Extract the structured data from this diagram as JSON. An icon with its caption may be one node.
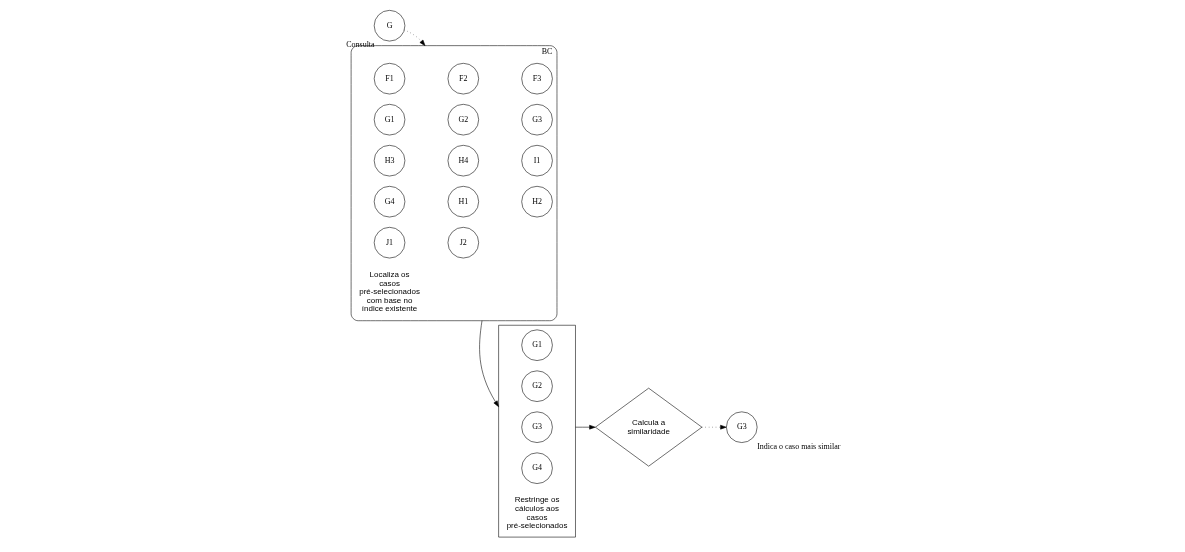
{
  "diagram": {
    "nodes": [
      {
        "text": [
          "G"
        ],
        "beside": [
          "Consulta"
        ]
      },
      {
        "text": [
          "BC"
        ],
        "beside": [
          "Localiza os casos pré-selecionados com base no índice existente"
        ]
      },
      {
        "text": [
          "F1"
        ],
        "in": 1
      },
      {
        "text": [
          "F2"
        ],
        "in": 1
      },
      {
        "text": [
          "F3"
        ],
        "in": 1
      },
      {
        "text": [
          "G1"
        ],
        "in": 1
      },
      {
        "text": [
          "G2"
        ],
        "in": 1
      },
      {
        "text": [
          "G3"
        ],
        "in": 1
      },
      {
        "text": [
          "G4"
        ],
        "in": 1
      },
      {
        "text": [
          "H1"
        ],
        "in": 1
      },
      {
        "text": [
          "H2"
        ],
        "in": 1
      },
      {
        "text": [
          "H3"
        ],
        "in": 1
      },
      {
        "text": [
          "H4"
        ],
        "in": 1
      },
      {
        "text": [
          "I1"
        ],
        "in": 1
      },
      {
        "text": [
          "J1"
        ],
        "in": 1
      },
      {
        "text": [
          "J2"
        ],
        "in": 1
      },
      {
        "text": [],
        "shape": "box",
        "beside": [
          "Restringe os cálculos aos casos pré-selecionados"
        ]
      },
      {
        "text": [
          "G1"
        ],
        "in": 16
      },
      {
        "text": [
          "G2"
        ],
        "in": 16
      },
      {
        "text": [
          "G3"
        ],
        "in": 16
      },
      {
        "text": [
          "G4"
        ],
        "in": 16
      },
      {
        "text": [
          "Calcula a similaridade"
        ]
      },
      {
        "text": [
          "G3"
        ],
        "beside": [
          "Indica o caso mais similar"
        ]
      }
    ],
    "edges": [
      {
        "from": 0,
        "to": 1,
        "arrow": "to",
        "style": "dashed"
      },
      {
        "from": 1,
        "to": 16,
        "arrow": "to"
      },
      {
        "from": 16,
        "to": 21,
        "arrow": "to"
      },
      {
        "from": 21,
        "to": 22,
        "arrow": "to",
        "style": "dashed"
      }
    ]
  }
}
